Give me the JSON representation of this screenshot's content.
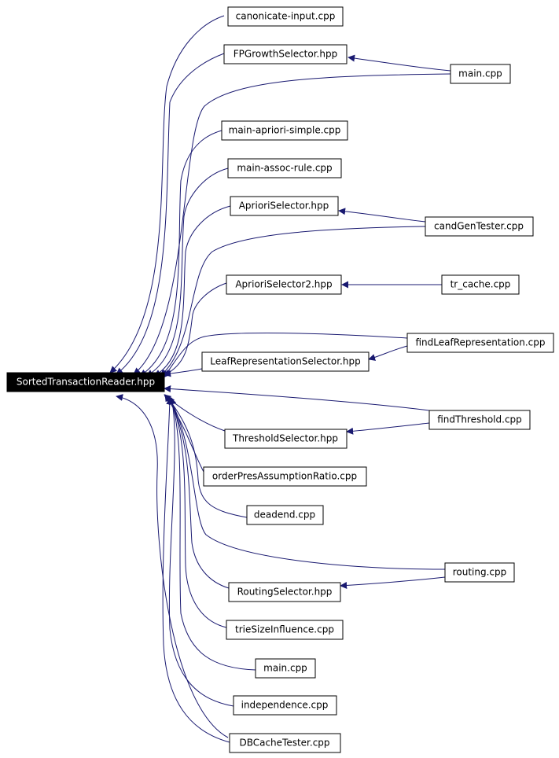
{
  "colors": {
    "edge": "#191970",
    "root_fill": "#000000",
    "node_fill": "#ffffff"
  },
  "nodes": {
    "root": "SortedTransactionReader.hpp",
    "canonicate": "canonicate-input.cpp",
    "fpgrowth": "FPGrowthSelector.hpp",
    "main1": "main.cpp",
    "apriori_simple": "main-apriori-simple.cpp",
    "assoc_rule": "main-assoc-rule.cpp",
    "apriori_sel": "AprioriSelector.hpp",
    "candgen": "candGenTester.cpp",
    "apriori_sel2": "AprioriSelector2.hpp",
    "tr_cache": "tr_cache.cpp",
    "findleaf": "findLeafRepresentation.cpp",
    "leafrep": "LeafRepresentationSelector.hpp",
    "findthr": "findThreshold.cpp",
    "thrsel": "ThresholdSelector.hpp",
    "orderpres": "orderPresAssumptionRatio.cpp",
    "deadend": "deadend.cpp",
    "routing": "routing.cpp",
    "routingsel": "RoutingSelector.hpp",
    "triesize": "trieSizeInfluence.cpp",
    "main2": "main.cpp",
    "independence": "independence.cpp",
    "dbcache": "DBCacheTester.cpp"
  }
}
